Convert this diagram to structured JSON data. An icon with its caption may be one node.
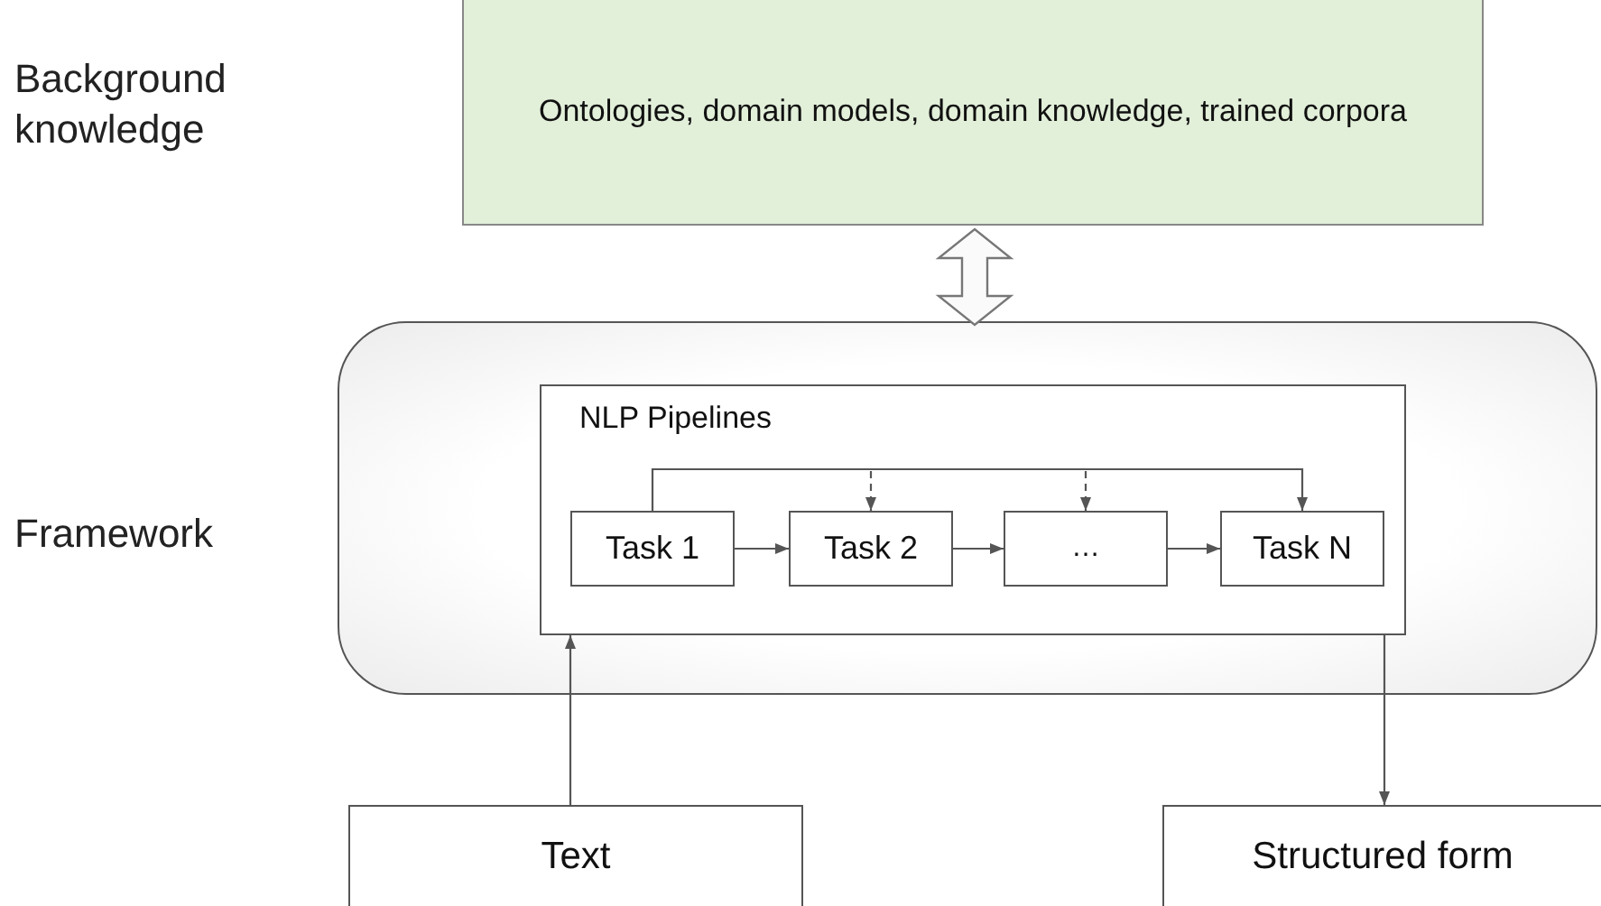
{
  "diagram": {
    "nodes": [
      {
        "text": [
          "Ontologies, domain models, domain knowledge, trained corpora"
        ]
      },
      {
        "text": [],
        "shape": "box"
      },
      {
        "text": [
          "NLP Pipelines"
        ],
        "in": 1
      },
      {
        "text": [
          "Task 1"
        ],
        "in": 2
      },
      {
        "text": [
          "Task 2"
        ],
        "in": 2
      },
      {
        "text": [
          "…"
        ],
        "in": 2
      },
      {
        "text": [
          "Task N"
        ],
        "in": 2
      },
      {
        "text": [
          "Text"
        ]
      },
      {
        "text": [
          "Structured form"
        ]
      }
    ],
    "edges": [
      {
        "from": 0,
        "to": 1,
        "arrow": "both",
        "style": "thick"
      },
      {
        "from": 3,
        "to": 4,
        "arrow": "to"
      },
      {
        "from": 4,
        "to": 5,
        "arrow": "to"
      },
      {
        "from": 5,
        "to": 6,
        "arrow": "to"
      },
      {
        "from": 3,
        "to": 6,
        "arrow": "to"
      },
      {
        "from": null,
        "to": 4,
        "arrow": "to",
        "style": "dashed"
      },
      {
        "from": null,
        "to": 5,
        "arrow": "to",
        "style": "dashed"
      },
      {
        "from": 7,
        "to": 2,
        "arrow": "to"
      },
      {
        "from": 2,
        "to": 8,
        "arrow": "to"
      }
    ],
    "labels": [
      "Background knowledge",
      "Framework"
    ]
  }
}
